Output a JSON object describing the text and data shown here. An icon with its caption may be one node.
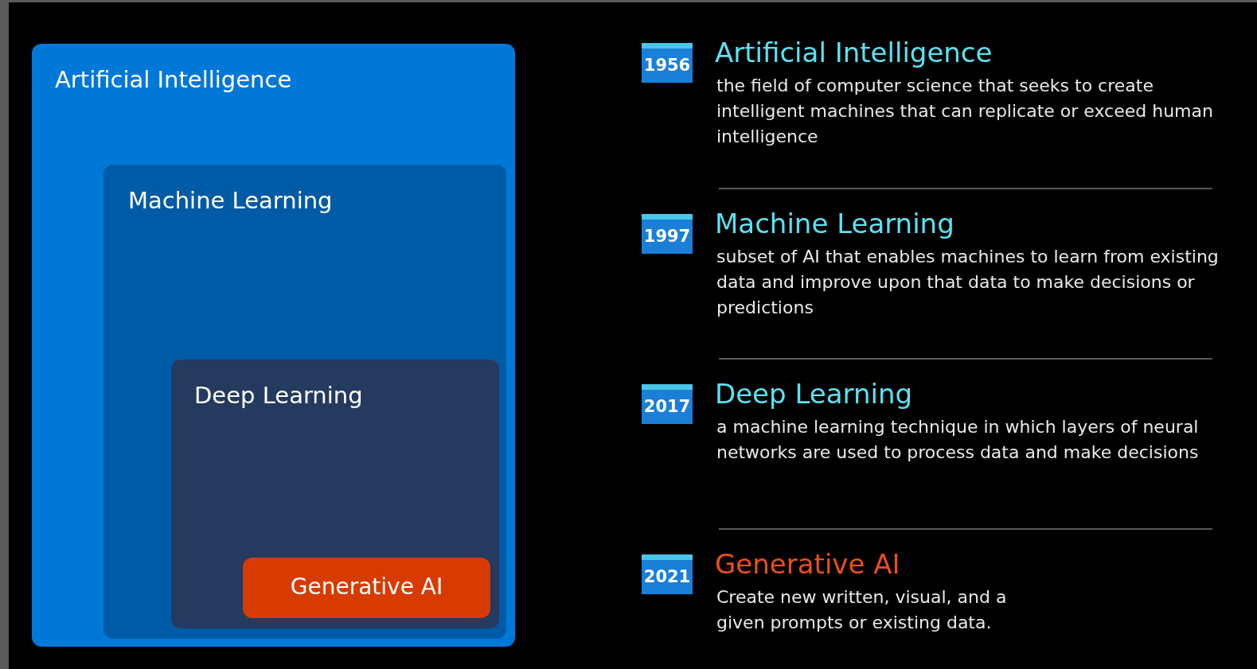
{
  "diagram": {
    "nodes": [
      {
        "text": [
          "Artificial Intelligence"
        ]
      },
      {
        "text": [
          "Machine Learning"
        ],
        "in": 0
      },
      {
        "text": [
          "Deep Learning"
        ],
        "in": 1
      },
      {
        "text": [
          "Generative AI"
        ],
        "in": 2
      },
      {
        "text": [
          "1956"
        ],
        "beside": [
          "Artificial Intelligence",
          "the field of computer science that seeks to create intelligent machines that can replicate or exceed human intelligence"
        ]
      },
      {
        "text": [
          "1997"
        ],
        "beside": [
          "Machine Learning",
          "subset of AI that enables machines to learn from existing data and improve upon that data to make decisions or predictions"
        ]
      },
      {
        "text": [
          "2017"
        ],
        "beside": [
          "Deep Learning",
          "a machine learning technique in which layers of neural networks are used to process data and make decisions"
        ]
      },
      {
        "text": [
          "2021"
        ],
        "beside": [
          "Generative AI",
          "Create new written, visual, and a",
          "given prompts or existing data."
        ]
      }
    ]
  }
}
